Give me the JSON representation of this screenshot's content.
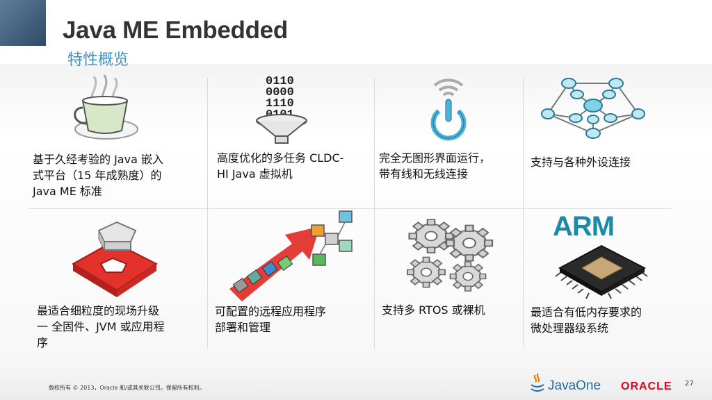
{
  "header": {
    "title": "Java ME Embedded",
    "subtitle": "特性概览"
  },
  "features": [
    {
      "lines": [
        "基于久经考验的 Java 嵌入",
        "式平台（15 年成熟度）的",
        "Java ME 标准"
      ],
      "icon": "coffee-cup-icon"
    },
    {
      "lines": [
        "高度优化的多任务 CLDC-",
        "HI Java 虚拟机"
      ],
      "icon": "binary-funnel-icon",
      "binary": [
        "0110",
        "0000",
        "1110",
        "0101"
      ]
    },
    {
      "lines": [
        "完全无图形界面运行，",
        "带有线和无线连接"
      ],
      "icon": "wireless-power-icon"
    },
    {
      "lines": [
        "支持与各种外设连接"
      ],
      "icon": "network-nodes-icon"
    },
    {
      "lines": [
        "最适合细粒度的现场升级",
        "一 全固件、JVM 或应用程",
        "序"
      ],
      "icon": "pentagon-slot-icon"
    },
    {
      "lines": [
        "可配置的远程应用程序",
        "部署和管理"
      ],
      "icon": "puzzle-arrow-icon"
    },
    {
      "lines": [
        "支持多 RTOS 或裸机"
      ],
      "icon": "gears-icon"
    },
    {
      "lines": [
        "最适合有低内存要求的",
        "微处理器级系统"
      ],
      "icon": "arm-chip-icon",
      "logo_text": "ARM"
    }
  ],
  "footer": {
    "copyright": "版权所有 © 2013，Oracle 和/或其关联公司。保留所有权利。",
    "page_number": "27",
    "javaone": "JavaOne",
    "oracle": "ORACLE"
  },
  "colors": {
    "accent": "#3a8fd0",
    "oracle_red": "#e2001a",
    "arrow_red": "#e3312b"
  }
}
